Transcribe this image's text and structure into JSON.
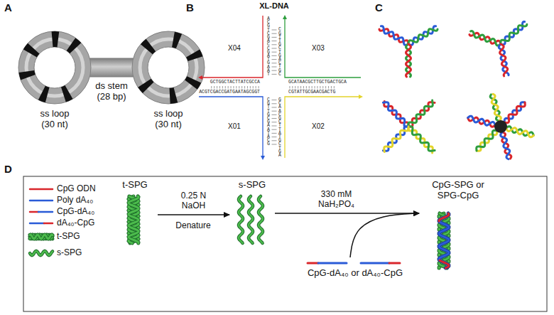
{
  "diagram": {
    "nodes": [
      {
        "text": [
          "t-SPG"
        ]
      },
      {
        "text": [
          "s-SPG"
        ]
      },
      {
        "text": [
          "CpG-SPG or SPG-CpG"
        ]
      },
      {
        "text": [
          "CpG-dA₄₀ or dA₄₀-CpG"
        ]
      }
    ],
    "edges": [
      {
        "from": 0,
        "to": 1,
        "arrow": "to",
        "label": "0.25 N NaOH"
      },
      {
        "from": 1,
        "to": 2,
        "arrow": "to",
        "label": "330 mM NaH₂PO₄"
      },
      {
        "from": 3,
        "to": 2,
        "arrow": "to"
      }
    ],
    "labels": [
      "A",
      "ss loop (30 nt)",
      "ds stem (28 bp)",
      "ss loop (30 nt)",
      "B",
      "XL-DNA",
      "ACGTCGACCGATGAAT",
      "CGTTGCTGACTGC",
      "GCTGGCTACTTATCGCCA",
      "GCATAACGCTTGCTGACTGCA",
      "ACGTCGACCGATGAATAGCGGT",
      "CGTATTGCGAACGACTG",
      "CGTTGCGAATACG",
      "GCAACGCTTATGCTGA",
      "X04",
      "X03",
      "X01",
      "X02",
      "C",
      "D",
      "Denature"
    ],
    "legend": [
      {
        "text": "CpG ODN"
      },
      {
        "text": "Poly dA₄₀"
      },
      {
        "text": "CpG-dA₄₀"
      },
      {
        "text": "dA₄₀-CpG"
      },
      {
        "text": "t-SPG"
      },
      {
        "text": "s-SPG"
      }
    ]
  }
}
